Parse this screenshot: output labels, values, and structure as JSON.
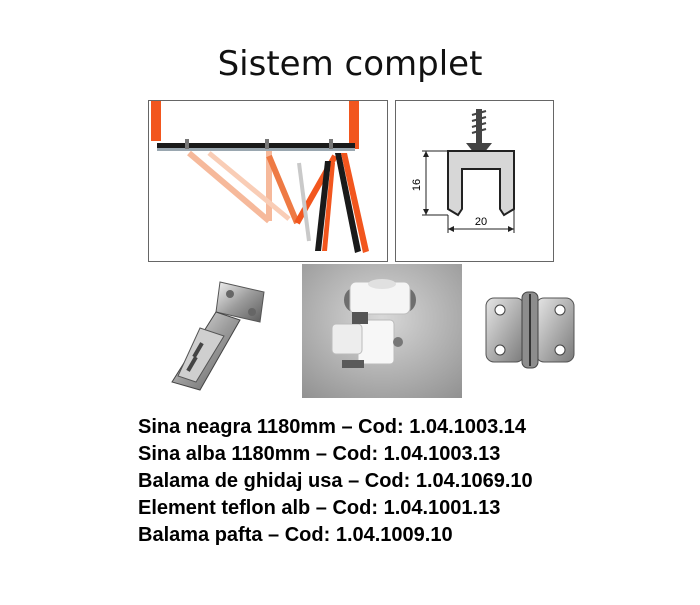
{
  "title": "Sistem complet",
  "images": {
    "doors": "folding-door-system-illustration",
    "profile": "rail-profile-cross-section",
    "hinge": "concealed-hinge-photo",
    "teflon": "teflon-guide-element-photo",
    "pafta": "flat-hinge-photo"
  },
  "profile_dims": {
    "height": "16",
    "width": "20"
  },
  "products": [
    "Sina neagra 1180mm – Cod: 1.04.1003.14",
    "Sina alba 1180mm – Cod: 1.04.1003.13",
    "Balama de ghidaj usa – Cod: 1.04.1069.10",
    "Element teflon alb – Cod: 1.04.1001.13",
    "Balama pafta – Cod: 1.04.1009.10"
  ],
  "colors": {
    "accent_orange": "#f2561e",
    "rail_black": "#1a1a1a"
  }
}
